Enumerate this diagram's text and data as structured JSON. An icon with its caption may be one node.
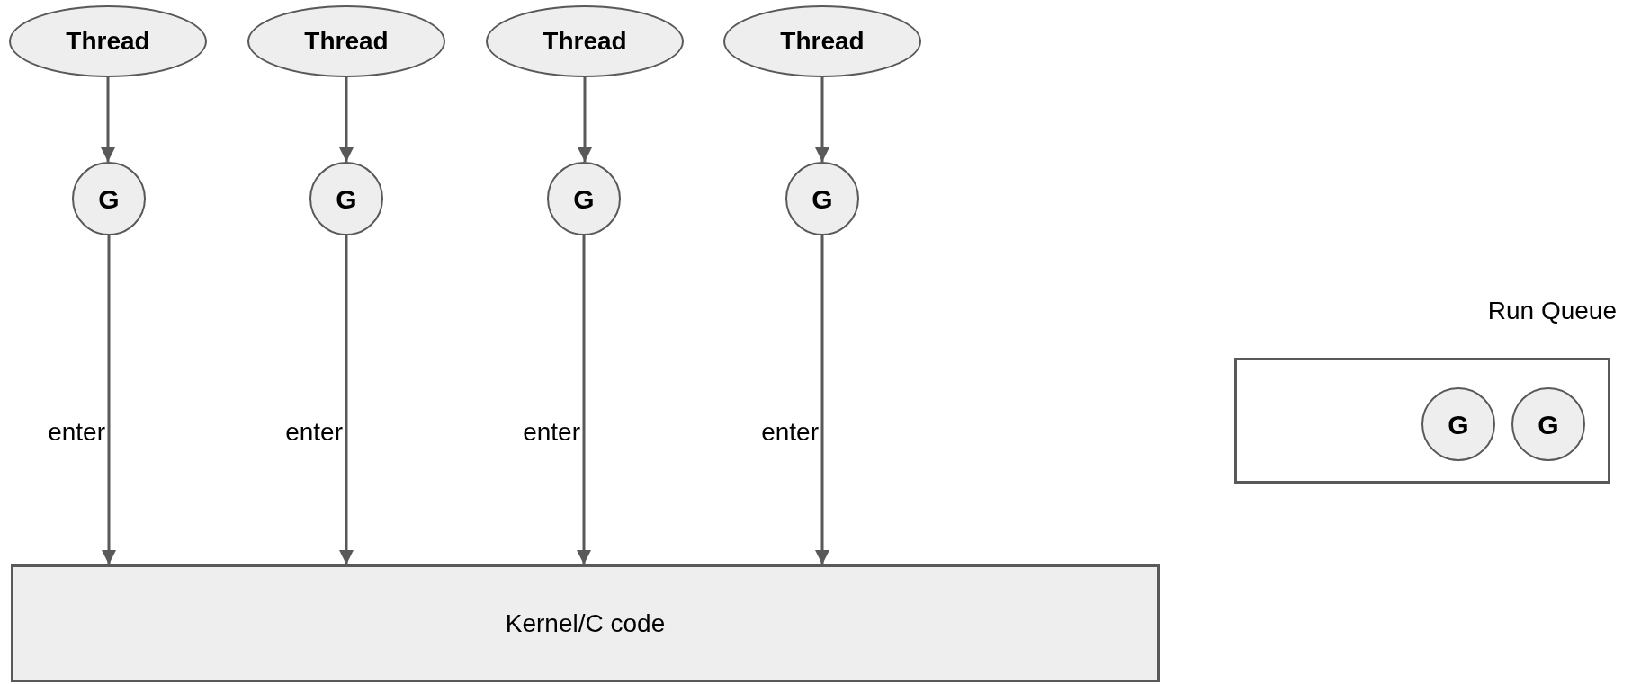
{
  "diagram": {
    "nodes": [
      {
        "text": [
          "Thread"
        ]
      },
      {
        "text": [
          "Thread"
        ]
      },
      {
        "text": [
          "Thread"
        ]
      },
      {
        "text": [
          "Thread"
        ]
      },
      {
        "text": [
          "G"
        ]
      },
      {
        "text": [
          "G"
        ]
      },
      {
        "text": [
          "G"
        ]
      },
      {
        "text": [
          "G"
        ]
      },
      {
        "text": [
          "Kernel/C code"
        ]
      },
      {
        "text": [
          "Run Queue"
        ]
      },
      {
        "text": [
          "G"
        ],
        "in": 9
      },
      {
        "text": [
          "G"
        ],
        "in": 9
      }
    ],
    "edges": [
      {
        "from": 0,
        "to": 4,
        "arrow": "to"
      },
      {
        "from": 1,
        "to": 5,
        "arrow": "to"
      },
      {
        "from": 2,
        "to": 6,
        "arrow": "to"
      },
      {
        "from": 3,
        "to": 7,
        "arrow": "to"
      },
      {
        "from": 4,
        "to": 8,
        "arrow": "to",
        "label": "enter"
      },
      {
        "from": 5,
        "to": 8,
        "arrow": "to",
        "label": "enter"
      },
      {
        "from": 6,
        "to": 8,
        "arrow": "to",
        "label": "enter"
      },
      {
        "from": 7,
        "to": 8,
        "arrow": "to",
        "label": "enter"
      }
    ]
  }
}
